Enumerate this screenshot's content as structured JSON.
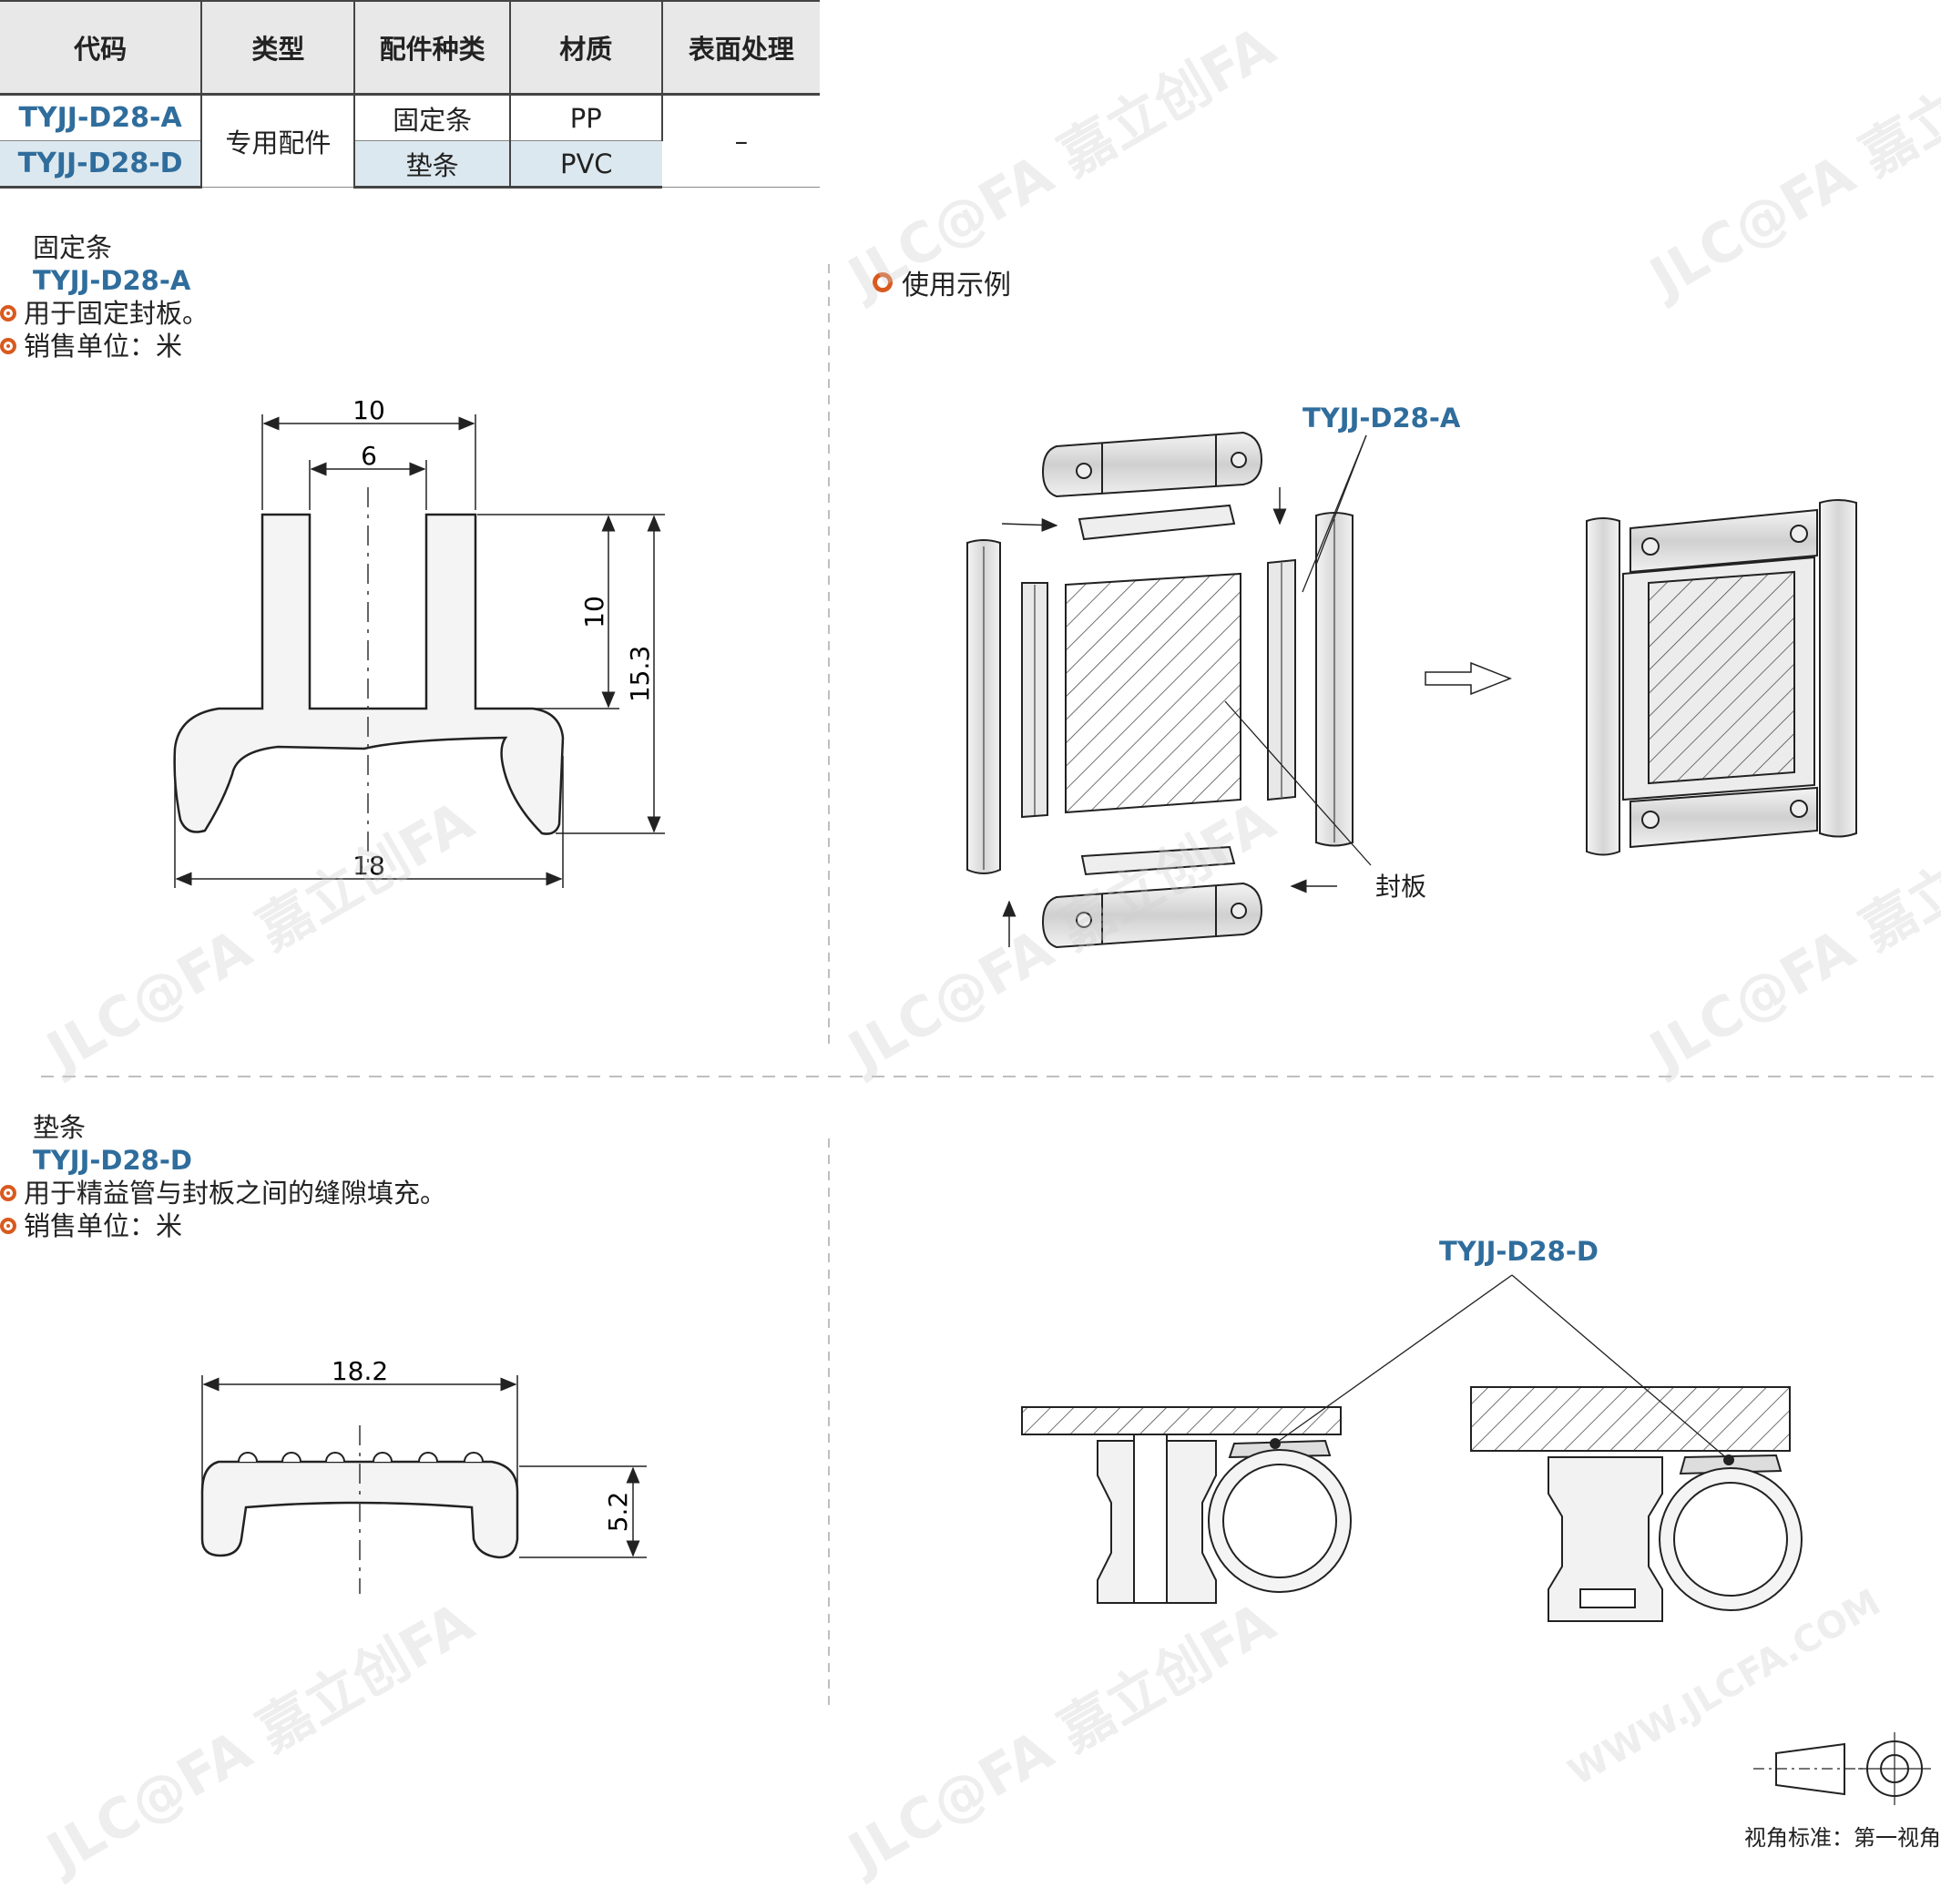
{
  "table": {
    "headers": [
      "代码",
      "类型",
      "配件种类",
      "材质",
      "表面处理"
    ],
    "rows": [
      {
        "code": "TYJJ-D28-A",
        "kind": "固定条",
        "material": "PP"
      },
      {
        "code": "TYJJ-D28-D",
        "kind": "垫条",
        "material": "PVC"
      }
    ],
    "type_merged": "专用配件",
    "surface_merged": "–"
  },
  "fixing_strip": {
    "title": "固定条",
    "code": "TYJJ-D28-A",
    "bullet1": "用于固定封板。",
    "bullet2": "销售单位：米",
    "dims": {
      "top_width": "10",
      "slot_width": "6",
      "slot_depth": "10",
      "height": "15.3",
      "base_width": "18"
    }
  },
  "usage": {
    "header": "使用示例",
    "callout_code": "TYJJ-D28-A",
    "panel_label": "封板"
  },
  "pad_strip": {
    "title": "垫条",
    "code": "TYJJ-D28-D",
    "bullet1": "用于精益管与封板之间的缝隙填充。",
    "bullet2": "销售单位：米",
    "dims": {
      "width": "18.2",
      "height": "5.2"
    },
    "callout_code": "TYJJ-D28-D"
  },
  "view_standard": "视角标准：第一视角",
  "watermark": {
    "brand": "JLC@FA",
    "cn": "嘉立创FA",
    "url": "WWW.JLCFA.COM"
  },
  "colors": {
    "accent_blue": "#2f6d9c",
    "bullet_orange": "#d85a1e"
  }
}
